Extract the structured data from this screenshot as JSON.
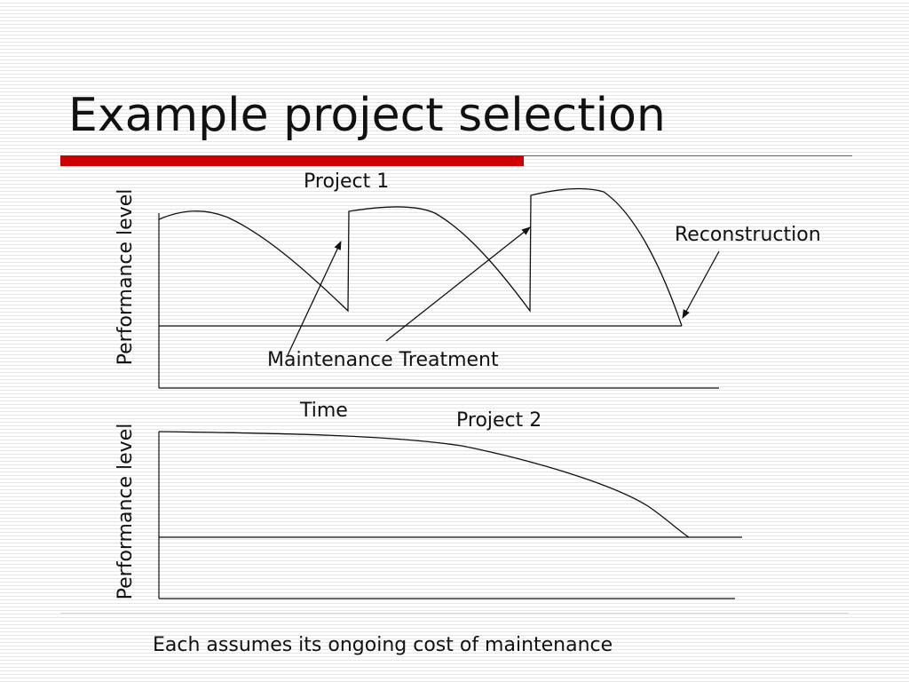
{
  "slide": {
    "title": "Example project selection",
    "footnote": "Each assumes its ongoing cost of maintenance"
  },
  "colors": {
    "accent_red": "#cc0000",
    "rule_thin": "#cc3333",
    "line": "#111111"
  },
  "diagram1": {
    "title": "Project 1",
    "ylabel": "Performance level",
    "xlabel": "Time",
    "annotations": {
      "maintenance": "Maintenance Treatment",
      "reconstruction": "Reconstruction"
    }
  },
  "diagram2": {
    "title": "Project 2",
    "ylabel": "Performance level"
  }
}
